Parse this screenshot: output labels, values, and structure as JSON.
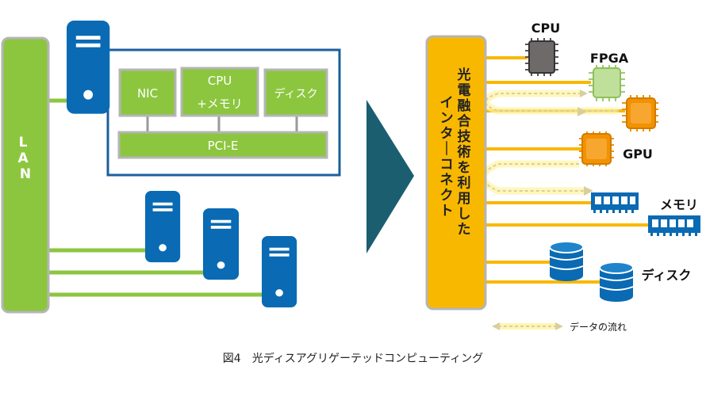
{
  "left": {
    "lan_label": "LAN",
    "server_detail": {
      "nic": "NIC",
      "cpu_line1": "CPU",
      "cpu_line2": "+メモリ",
      "disk": "ディスク",
      "bus": "PCI-E"
    }
  },
  "right": {
    "interconnect_label": [
      "光電融合技術を利用した",
      "インターコネクト"
    ],
    "cpu": "CPU",
    "fpga": "FPGA",
    "gpu": "GPU",
    "memory": "メモリ",
    "disk": "ディスク",
    "legend": "データの流れ"
  },
  "caption": "図4　光ディスアグリゲーテッドコンピューティング",
  "colors": {
    "lan_green": "#8cc63f",
    "lan_border": "#b5b5b5",
    "server_blue": "#0a6ab3",
    "frame_blue": "#1a5f9e",
    "arrow_teal": "#1b5e6f",
    "interconnect_orange": "#f9b800",
    "chip_gray": "#6d6a69",
    "chip_lightgreen": "#bfe09a",
    "chip_orange": "#f39200"
  }
}
